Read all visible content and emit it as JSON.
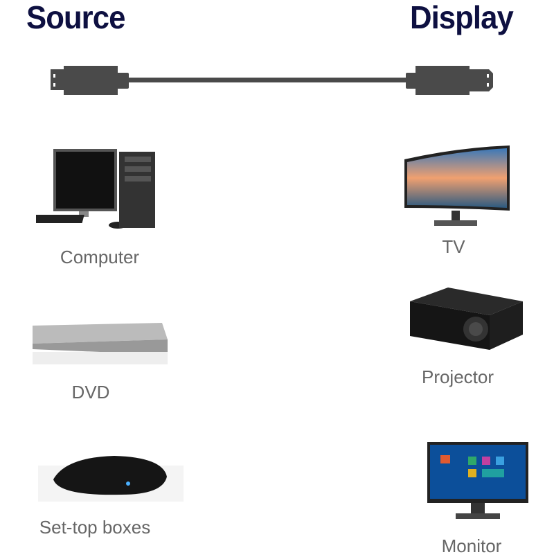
{
  "headings": {
    "source": "Source",
    "display": "Display"
  },
  "sources": [
    {
      "label": "Computer",
      "icon": "computer-icon"
    },
    {
      "label": "DVD",
      "icon": "dvd-player-icon"
    },
    {
      "label": "Set-top boxes",
      "icon": "set-top-box-icon"
    }
  ],
  "displays": [
    {
      "label": "TV",
      "icon": "tv-icon"
    },
    {
      "label": "Projector",
      "icon": "projector-icon"
    },
    {
      "label": "Monitor",
      "icon": "monitor-icon"
    }
  ],
  "colors": {
    "heading": "#0e1041",
    "cable": "#4a4a4a",
    "label": "#666666"
  }
}
